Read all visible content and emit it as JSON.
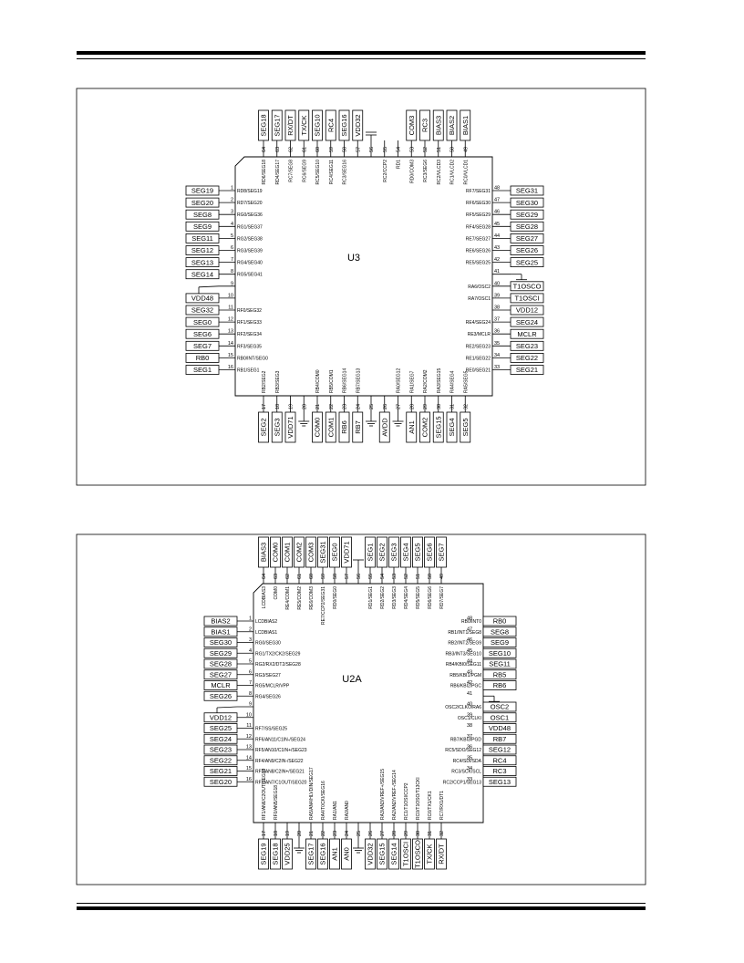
{
  "figures": [
    {
      "designator": "U3",
      "pins": {
        "top": [
          {
            "num": "64",
            "label": "RD6/SEG18",
            "net": "SEG18"
          },
          {
            "num": "63",
            "label": "RD4/SEG17",
            "net": "SEG17"
          },
          {
            "num": "62",
            "label": "RC7/SEG8",
            "net": "RX/DT"
          },
          {
            "num": "61",
            "label": "RC6/SEG9",
            "net": "TX/CK"
          },
          {
            "num": "60",
            "label": "RC5/SEG10",
            "net": "SEG10"
          },
          {
            "num": "59",
            "label": "RC4/SEG11",
            "net": "RC4"
          },
          {
            "num": "58",
            "label": "RC3/SEG16",
            "net": "SEG16"
          },
          {
            "num": "57",
            "label": "",
            "net": "VDD32"
          },
          {
            "num": "56",
            "label": "",
            "net": "",
            "type": "cap"
          },
          {
            "num": "55",
            "label": "RC2/CCP2",
            "net": ""
          },
          {
            "num": "54",
            "label": "RD1",
            "net": ""
          },
          {
            "num": "53",
            "label": "RD0/COM3",
            "net": "COM3"
          },
          {
            "num": "52",
            "label": "RC3/SEG6",
            "net": "RC3"
          },
          {
            "num": "51",
            "label": "RC2/VLCD3",
            "net": "BIAS3"
          },
          {
            "num": "50",
            "label": "RC1/VLCD2",
            "net": "BIAS2"
          },
          {
            "num": "49",
            "label": "RC0/VLCD1",
            "net": "BIAS1"
          }
        ],
        "left": [
          {
            "num": "1",
            "label": "RD8/SEG19",
            "net": "SEG19"
          },
          {
            "num": "2",
            "label": "RD7/SEG20",
            "net": "SEG20"
          },
          {
            "num": "3",
            "label": "RG0/SEG36",
            "net": "SEG8"
          },
          {
            "num": "4",
            "label": "RG1/SEG37",
            "net": "SEG9"
          },
          {
            "num": "5",
            "label": "RG2/SEG38",
            "net": "SEG11"
          },
          {
            "num": "6",
            "label": "RG3/SEG39",
            "net": "SEG12"
          },
          {
            "num": "7",
            "label": "RG4/SEG40",
            "net": "SEG13"
          },
          {
            "num": "8",
            "label": "RG5/SEG41",
            "net": "SEG14"
          },
          {
            "num": "9",
            "label": "",
            "net": "",
            "type": "gnd"
          },
          {
            "num": "10",
            "label": "",
            "net": "VDD48"
          },
          {
            "num": "11",
            "label": "RF0/SEG32",
            "net": "SEG32"
          },
          {
            "num": "12",
            "label": "RF1/SEG33",
            "net": "SEG0"
          },
          {
            "num": "13",
            "label": "RF2/SEG34",
            "net": "SEG6"
          },
          {
            "num": "14",
            "label": "RF3/SEG35",
            "net": "SEG7"
          },
          {
            "num": "15",
            "label": "RB0/INT/SEG0",
            "net": "RB0"
          },
          {
            "num": "16",
            "label": "RB1/SEG1",
            "net": "SEG1"
          }
        ],
        "right": [
          {
            "num": "48",
            "label": "RF7/SEG31",
            "net": "SEG31"
          },
          {
            "num": "47",
            "label": "RF6/SEG30",
            "net": "SEG30"
          },
          {
            "num": "46",
            "label": "RF5/SEG29",
            "net": "SEG29"
          },
          {
            "num": "45",
            "label": "RF4/SEG28",
            "net": "SEG28"
          },
          {
            "num": "44",
            "label": "RE7/SEG27",
            "net": "SEG27"
          },
          {
            "num": "43",
            "label": "RE6/SEG26",
            "net": "SEG26"
          },
          {
            "num": "42",
            "label": "RE5/SEG25",
            "net": "SEG25"
          },
          {
            "num": "41",
            "label": "",
            "net": "",
            "type": "gnd"
          },
          {
            "num": "40",
            "label": "RA6/OSC2",
            "net": "T1OSCO"
          },
          {
            "num": "39",
            "label": "RA7/OSC1",
            "net": "T1OSCI"
          },
          {
            "num": "38",
            "label": "",
            "net": "VDD12"
          },
          {
            "num": "37",
            "label": "RE4/SEG24",
            "net": "SEG24"
          },
          {
            "num": "36",
            "label": "RE3/MCLR",
            "net": "MCLR"
          },
          {
            "num": "35",
            "label": "RE2/SEG23",
            "net": "SEG23"
          },
          {
            "num": "34",
            "label": "RE1/SEG22",
            "net": "SEG22"
          },
          {
            "num": "33",
            "label": "RE0/SEG21",
            "net": "SEG21"
          }
        ],
        "bottom": [
          {
            "num": "17",
            "label": "RB2/SEG2",
            "net": "SEG2"
          },
          {
            "num": "18",
            "label": "RB3/SEG3",
            "net": "SEG3"
          },
          {
            "num": "19",
            "label": "",
            "net": "VDD71"
          },
          {
            "num": "20",
            "label": "",
            "net": "",
            "type": "gnd"
          },
          {
            "num": "21",
            "label": "RB4/COM0",
            "net": "COM0"
          },
          {
            "num": "22",
            "label": "RB5/COM1",
            "net": "COM1"
          },
          {
            "num": "23",
            "label": "RB6/SEG14",
            "net": "RB6"
          },
          {
            "num": "24",
            "label": "RB7/SEG13",
            "net": "RB7"
          },
          {
            "num": "25",
            "label": "",
            "net": "",
            "type": "gnd"
          },
          {
            "num": "26",
            "label": "",
            "net": "AVDD"
          },
          {
            "num": "27",
            "label": "RA0/SEG12",
            "net": "",
            "type": "gnd"
          },
          {
            "num": "28",
            "label": "RA1/SEG7",
            "net": "AN1"
          },
          {
            "num": "29",
            "label": "RA2/COM2",
            "net": "COM2"
          },
          {
            "num": "30",
            "label": "RA3/SEG15",
            "net": "SEG15"
          },
          {
            "num": "31",
            "label": "RA4/SEG4",
            "net": "SEG4"
          },
          {
            "num": "32",
            "label": "RA5/SEG5",
            "net": "SEG5"
          }
        ]
      }
    },
    {
      "designator": "U2A",
      "pins": {
        "top": [
          {
            "num": "64",
            "label": "LCDBIAS3",
            "net": "BIAS3"
          },
          {
            "num": "63",
            "label": "COM0",
            "net": "COM0"
          },
          {
            "num": "62",
            "label": "RE4/COM1",
            "net": "COM1"
          },
          {
            "num": "61",
            "label": "RE5/COM2",
            "net": "COM2"
          },
          {
            "num": "60",
            "label": "RE6/COM3",
            "net": "COM3"
          },
          {
            "num": "59",
            "label": "RE7/CCP2/SEG31",
            "net": "SEG31"
          },
          {
            "num": "58",
            "label": "RD0/SEG0",
            "net": "SEG0"
          },
          {
            "num": "57",
            "label": "",
            "net": "VDD71"
          },
          {
            "num": "56",
            "label": "",
            "net": "",
            "type": "gnd"
          },
          {
            "num": "55",
            "label": "RD1/SEG1",
            "net": "SEG1"
          },
          {
            "num": "54",
            "label": "RD2/SEG2",
            "net": "SEG2"
          },
          {
            "num": "53",
            "label": "RD3/SEG3",
            "net": "SEG3"
          },
          {
            "num": "52",
            "label": "RD4/SEG4",
            "net": "SEG4"
          },
          {
            "num": "51",
            "label": "RD5/SEG5",
            "net": "SEG5"
          },
          {
            "num": "50",
            "label": "RD6/SEG6",
            "net": "SEG6"
          },
          {
            "num": "49",
            "label": "RD7/SEG7",
            "net": "SEG7"
          }
        ],
        "left": [
          {
            "num": "1",
            "label": "LCDBIAS2",
            "net": "BIAS2"
          },
          {
            "num": "2",
            "label": "LCDBIAS1",
            "net": "BIAS1"
          },
          {
            "num": "3",
            "label": "RG0/SEG30",
            "net": "SEG30"
          },
          {
            "num": "4",
            "label": "RG1/TX2/CK2/SEG29",
            "net": "SEG29"
          },
          {
            "num": "5",
            "label": "RG2/RX2/DT2/SEG28",
            "net": "SEG28"
          },
          {
            "num": "6",
            "label": "RG3/SEG27",
            "net": "SEG27"
          },
          {
            "num": "7",
            "label": "RG5/MCLR/VPP",
            "net": "MCLR"
          },
          {
            "num": "8",
            "label": "RG4/SEG26",
            "net": "SEG26"
          },
          {
            "num": "9",
            "label": "",
            "net": "",
            "type": "gnd"
          },
          {
            "num": "10",
            "label": "",
            "net": "VDD12"
          },
          {
            "num": "11",
            "label": "RF7/SS/SEG25",
            "net": "SEG25"
          },
          {
            "num": "12",
            "label": "RF6/AN11/C1IN-/SEG24",
            "net": "SEG24"
          },
          {
            "num": "13",
            "label": "RF5/AN10/C1IN+/SEG23",
            "net": "SEG23"
          },
          {
            "num": "14",
            "label": "RF4/AN9/C2IN-/SEG22",
            "net": "SEG22"
          },
          {
            "num": "15",
            "label": "RF3/AN8/C2IN+/SEG21",
            "net": "SEG21"
          },
          {
            "num": "16",
            "label": "RF2/AN7/C1OUT/SEG20",
            "net": "SEG20"
          }
        ],
        "right": [
          {
            "num": "48",
            "label": "RB0/INT0",
            "net": "RB0"
          },
          {
            "num": "47",
            "label": "RB1/INT1/SEG8",
            "net": "SEG8"
          },
          {
            "num": "46",
            "label": "RB2/INT2/SEG9",
            "net": "SEG9"
          },
          {
            "num": "45",
            "label": "RB3/INT3/SEG10",
            "net": "SEG10"
          },
          {
            "num": "44",
            "label": "RB4/KBI0/SEG11",
            "net": "SEG11"
          },
          {
            "num": "43",
            "label": "RB5/KBI1/PGM",
            "net": "RB5"
          },
          {
            "num": "42",
            "label": "RB6/KBI2/PGC",
            "net": "RB6"
          },
          {
            "num": "41",
            "label": "",
            "net": "",
            "type": "gnd"
          },
          {
            "num": "40",
            "label": "OSC2/CLKO/RA6",
            "net": "OSC2"
          },
          {
            "num": "39",
            "label": "OSC1/CLKI",
            "net": "OSC1"
          },
          {
            "num": "38",
            "label": "",
            "net": "VDD48"
          },
          {
            "num": "37",
            "label": "RB7/KBI3/PGD",
            "net": "RB7"
          },
          {
            "num": "36",
            "label": "RC5/SDO/SEG12",
            "net": "SEG12"
          },
          {
            "num": "35",
            "label": "RC4/SDI/SDA",
            "net": "RC4"
          },
          {
            "num": "34",
            "label": "RC3/SCK/SCL",
            "net": "RC3"
          },
          {
            "num": "33",
            "label": "RC2/CCP1/SEG13",
            "net": "SEG13"
          }
        ],
        "bottom": [
          {
            "num": "17",
            "label": "RF1/AN6/C2OUT/SEG19",
            "net": "SEG19"
          },
          {
            "num": "18",
            "label": "RF0/AN5/SEG18",
            "net": "SEG18"
          },
          {
            "num": "19",
            "label": "",
            "net": "VDD25"
          },
          {
            "num": "20",
            "label": "",
            "net": "",
            "type": "gnd"
          },
          {
            "num": "21",
            "label": "RA5/AN4/HLVDIN/SEG17",
            "net": "SEG17"
          },
          {
            "num": "22",
            "label": "RA4/T0CKI/SEG16",
            "net": "SEG16"
          },
          {
            "num": "23",
            "label": "RA1/AN1",
            "net": "AN1"
          },
          {
            "num": "24",
            "label": "RA0/AN0",
            "net": "AN0"
          },
          {
            "num": "25",
            "label": "",
            "net": "",
            "type": "gnd"
          },
          {
            "num": "26",
            "label": "",
            "net": "VDD32"
          },
          {
            "num": "27",
            "label": "RA3/AN3/VREF+/SEG15",
            "net": "SEG15"
          },
          {
            "num": "28",
            "label": "RA2/AN2/VREF-/SEG14",
            "net": "SEG14"
          },
          {
            "num": "29",
            "label": "RC1/T1OSI/CCP2",
            "net": "T1OSCI"
          },
          {
            "num": "30",
            "label": "RC0/T1OSO/T13CKI",
            "net": "T1OSCO"
          },
          {
            "num": "31",
            "label": "RC6/TX1/CK1",
            "net": "TX/CK"
          },
          {
            "num": "32",
            "label": "RC7/RX1/DT1",
            "net": "RX/DT"
          }
        ]
      }
    }
  ]
}
